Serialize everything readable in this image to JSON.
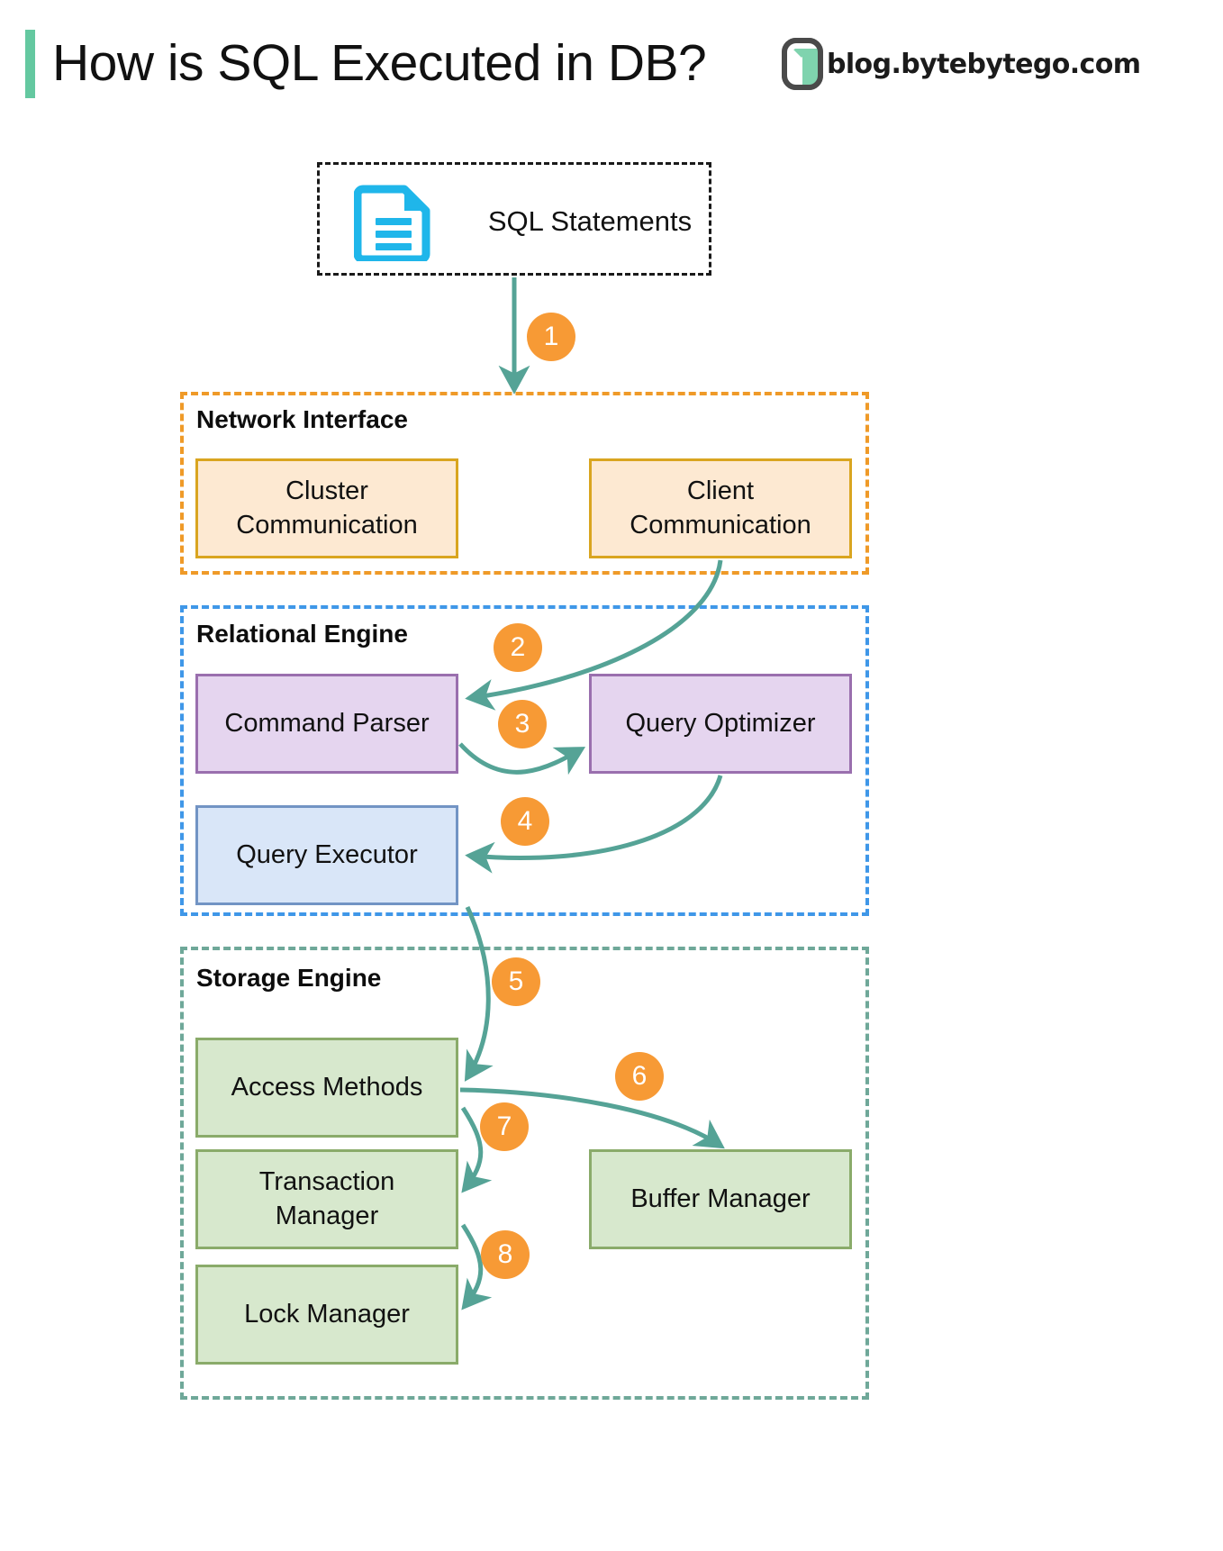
{
  "header": {
    "title": "How is SQL Executed in DB?",
    "brand_text": "blog.bytebytego.com",
    "brand_logo_icon": "bytebytego-logo-icon",
    "accent_color": "#64c8a0"
  },
  "source": {
    "label": "SQL Statements",
    "icon": "document-lines-icon",
    "icon_color": "#1fb6ea",
    "border_style": "dashed",
    "border_color": "#1a1a1a"
  },
  "groups": [
    {
      "id": "network-interface",
      "label": "Network Interface",
      "border_color": "#ef9a28",
      "nodes": [
        {
          "id": "cluster-communication",
          "label": "Cluster\nCommunication",
          "line1": "Cluster",
          "line2": "Communication",
          "fill": "#fde9d2",
          "stroke": "#d9a520"
        },
        {
          "id": "client-communication",
          "label": "Client\nCommunication",
          "line1": "Client",
          "line2": "Communication",
          "fill": "#fde9d2",
          "stroke": "#d9a520"
        }
      ]
    },
    {
      "id": "relational-engine",
      "label": "Relational Engine",
      "border_color": "#3f97e8",
      "nodes": [
        {
          "id": "command-parser",
          "label": "Command Parser",
          "fill": "#e5d5ef",
          "stroke": "#9a6fae"
        },
        {
          "id": "query-optimizer",
          "label": "Query Optimizer",
          "fill": "#e5d5ef",
          "stroke": "#9a6fae"
        },
        {
          "id": "query-executor",
          "label": "Query Executor",
          "fill": "#d9e6f8",
          "stroke": "#7294c4"
        }
      ]
    },
    {
      "id": "storage-engine",
      "label": "Storage Engine",
      "border_color": "#6fa899",
      "nodes": [
        {
          "id": "access-methods",
          "label": "Access Methods",
          "fill": "#d7e8cd",
          "stroke": "#8aab6a"
        },
        {
          "id": "buffer-manager",
          "label": "Buffer Manager",
          "fill": "#d7e8cd",
          "stroke": "#8aab6a"
        },
        {
          "id": "transaction-manager",
          "label": "Transaction\nManager",
          "line1": "Transaction",
          "line2": "Manager",
          "fill": "#d7e8cd",
          "stroke": "#8aab6a"
        },
        {
          "id": "lock-manager",
          "label": "Lock Manager",
          "fill": "#d7e8cd",
          "stroke": "#8aab6a"
        }
      ]
    }
  ],
  "steps": [
    {
      "n": "1",
      "from": "sql-statements",
      "to": "network-interface"
    },
    {
      "n": "2",
      "from": "client-communication",
      "to": "command-parser"
    },
    {
      "n": "3",
      "from": "command-parser",
      "to": "query-optimizer"
    },
    {
      "n": "4",
      "from": "query-optimizer",
      "to": "query-executor"
    },
    {
      "n": "5",
      "from": "query-executor",
      "to": "access-methods"
    },
    {
      "n": "6",
      "from": "access-methods",
      "to": "buffer-manager"
    },
    {
      "n": "7",
      "from": "access-methods",
      "to": "transaction-manager"
    },
    {
      "n": "8",
      "from": "transaction-manager",
      "to": "lock-manager"
    }
  ],
  "colors": {
    "badge": "#f79a35",
    "badge_text": "#ffffff",
    "arrow": "#55a396",
    "background": "#ffffff"
  }
}
